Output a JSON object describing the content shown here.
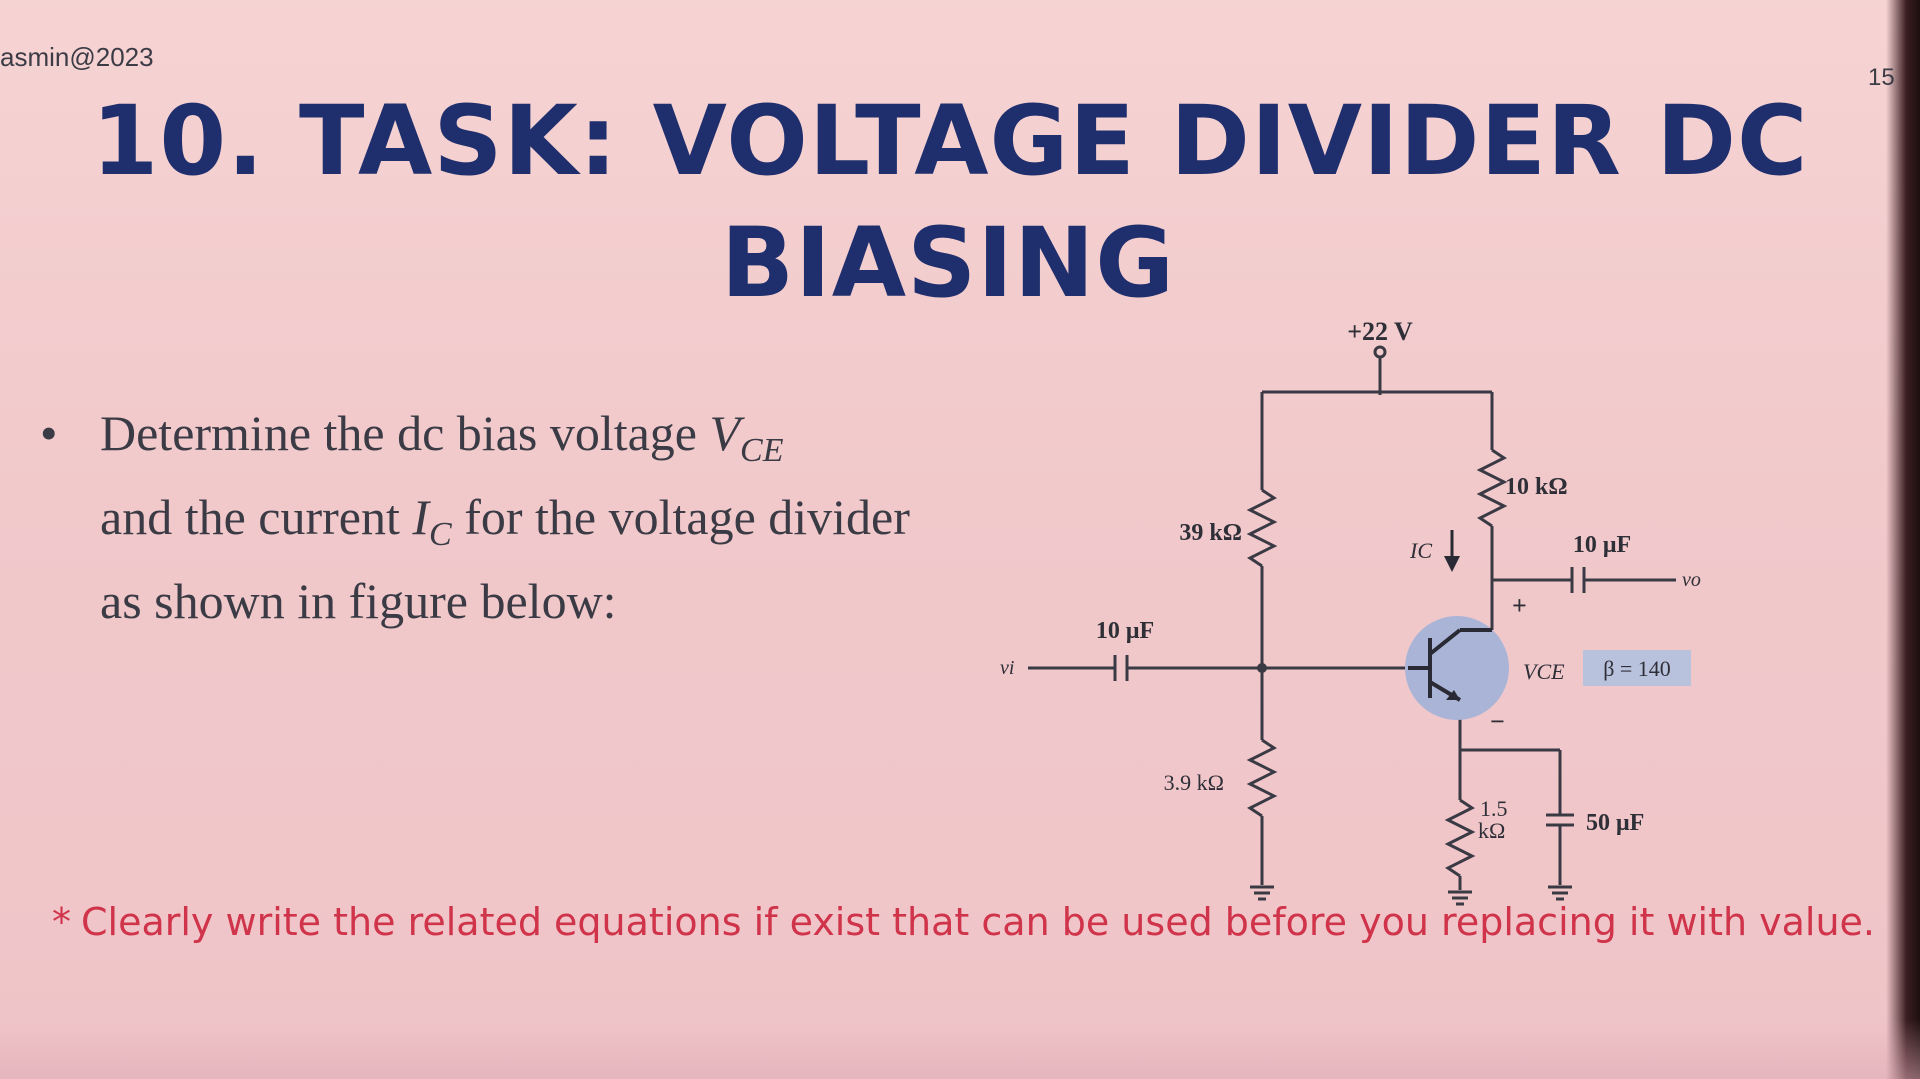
{
  "watermark": "asmin@2023",
  "page_number": "15",
  "title": {
    "line1": "10. TASK: VOLTAGE DIVIDER DC",
    "line2": "BIASING"
  },
  "bullet": {
    "part1": "Determine the dc bias voltage ",
    "vce_main": "V",
    "vce_sub": "CE",
    "part2": "and the current ",
    "ic_main": "I",
    "ic_sub": "C",
    "part3": " for the voltage divider as shown in figure below:"
  },
  "circuit": {
    "supply": "+22 V",
    "r1": "39 kΩ",
    "r2": "3.9 kΩ",
    "rc": "10 kΩ",
    "re_line1": "1.5",
    "re_line2": "kΩ",
    "c_in": "10 μF",
    "c_out": "10 μF",
    "c_e": "50 μF",
    "vi": "vi",
    "vo": "vo",
    "ic": "IC",
    "vce": "VCE",
    "beta": "β = 140",
    "plus": "+",
    "minus": "−"
  },
  "note": {
    "star": "*",
    "text": "Clearly write the related equations if exist that can be used before you replacing it with value."
  },
  "colors": {
    "title": "#1f2f6d",
    "note": "#d0344a",
    "transistor": "#a9b4d6",
    "beta_box": "#b9c2dd"
  }
}
